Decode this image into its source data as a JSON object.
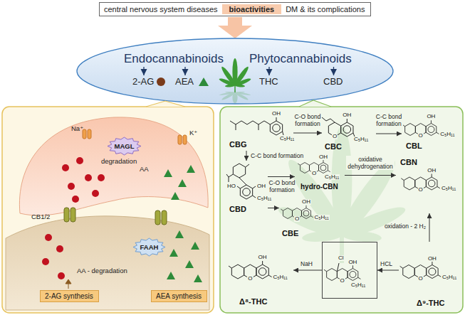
{
  "diagram": {
    "nodes": [
      {
        "text": [
          "central nervous system diseases",
          "bioactivities",
          "DM & its complications"
        ]
      },
      {
        "text": [
          "Endocannabinoids"
        ]
      },
      {
        "text": [
          "2-AG"
        ]
      },
      {
        "text": [
          "AEA"
        ]
      },
      {
        "text": [
          "Phytocannabinoids"
        ]
      },
      {
        "text": [
          "THC"
        ]
      },
      {
        "text": [
          "CBD"
        ]
      },
      {
        "text": [
          "MAGL"
        ]
      },
      {
        "text": [
          "FAAH"
        ]
      },
      {
        "text": [
          "2-AG synthesis"
        ]
      },
      {
        "text": [
          "AEA synthesis"
        ]
      },
      {
        "text": [
          "CBG"
        ]
      },
      {
        "text": [
          "CBC"
        ]
      },
      {
        "text": [
          "CBL"
        ]
      },
      {
        "text": [
          "CBD"
        ]
      },
      {
        "text": [
          "hydro-CBN"
        ]
      },
      {
        "text": [
          "CBN"
        ]
      },
      {
        "text": [
          "CBE"
        ]
      },
      {
        "text": [
          "Δ⁸-THC"
        ]
      },
      {
        "text": [
          "Cl"
        ]
      },
      {
        "text": [
          "Δ⁹-THC"
        ]
      }
    ],
    "edges": [
      {
        "from": 1,
        "to": 2,
        "arrow": "to"
      },
      {
        "from": 1,
        "to": 3,
        "arrow": "to"
      },
      {
        "from": 4,
        "to": 5,
        "arrow": "to"
      },
      {
        "from": 4,
        "to": 6,
        "arrow": "to"
      },
      {
        "from": 11,
        "to": 12,
        "label": "C-O bond formation",
        "arrow": "to"
      },
      {
        "from": 12,
        "to": 13,
        "label": "C-C bond formation",
        "arrow": "to"
      },
      {
        "from": 11,
        "to": 14,
        "label": "C-C bond formation",
        "arrow": "to"
      },
      {
        "from": 14,
        "to": 15,
        "arrow": "to"
      },
      {
        "from": 14,
        "to": 17,
        "label": "C-O bond formation",
        "arrow": "to"
      },
      {
        "from": 15,
        "to": 16,
        "label": "oxidative dehydrogenation",
        "arrow": "to"
      },
      {
        "from": 20,
        "to": 16,
        "label": "oxidation - 2 H₂",
        "arrow": "to"
      },
      {
        "from": 20,
        "to": 19,
        "label": "HCL",
        "arrow": "to"
      },
      {
        "from": 19,
        "to": 18,
        "label": "NaH",
        "arrow": "to"
      }
    ],
    "labels": [
      "Na⁺",
      "K⁺",
      "degradation",
      "AA",
      "CB1/2",
      "AA - degradation",
      "OH",
      "C₅H₁₁",
      "OH",
      "O",
      "C₅H₁₁",
      "OH",
      "O",
      "C₅H₁₁",
      "OH",
      "HO",
      "C₅H₁₁",
      "OH",
      "O",
      "C₅H₁₁",
      "OH",
      "O",
      "C₅H₁₁",
      "OH",
      "O",
      "C₅H₁₁",
      "OH",
      "O",
      "C₅H₁₁",
      "OH",
      "O",
      "C₅H₁₁",
      "OH",
      "O",
      "C₅H₁₁"
    ]
  }
}
